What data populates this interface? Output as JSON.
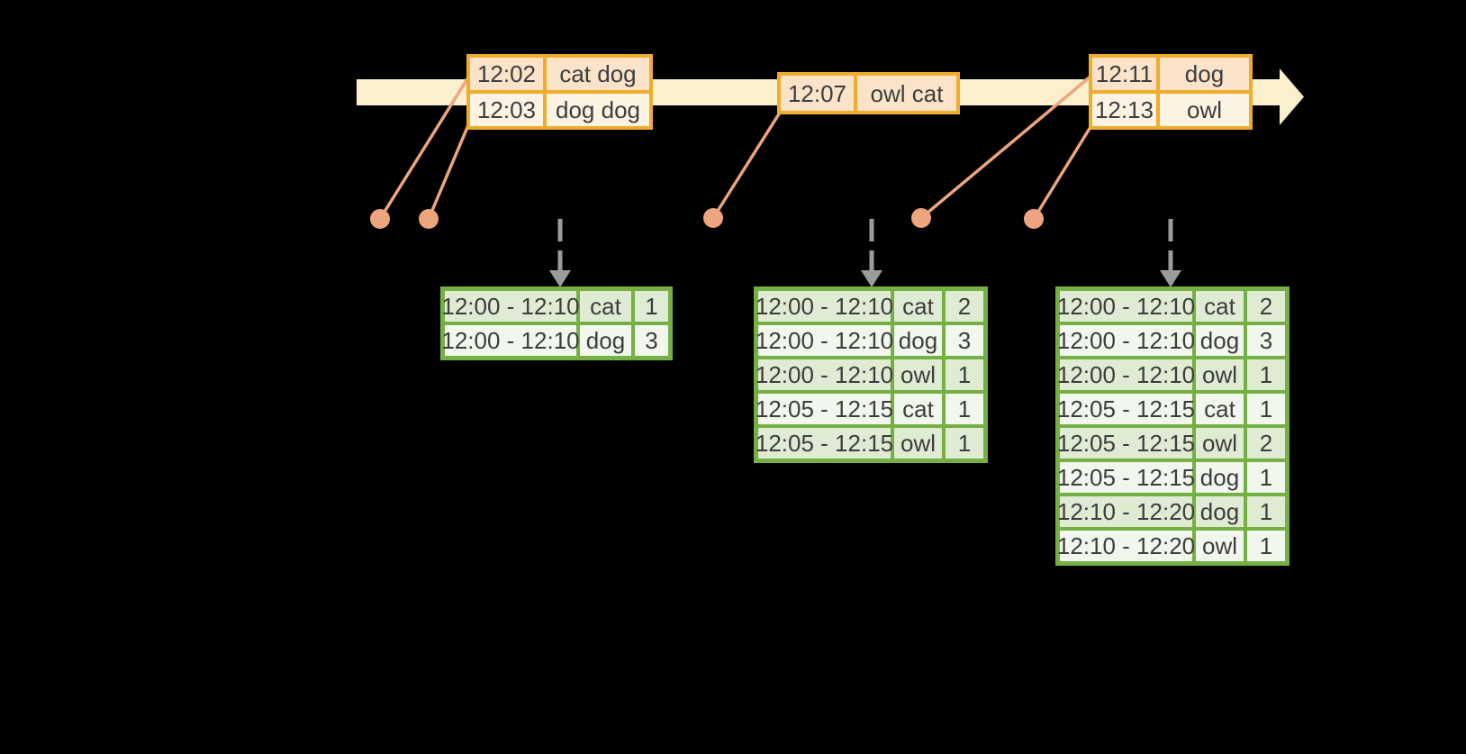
{
  "colors": {
    "background": "#000000",
    "band": "#FAF0CD",
    "orange_border": "#F0AC2C",
    "orange_row_dark": "#FAE3C8",
    "orange_row_light": "#FDF3E3",
    "connector": "#ECA57D",
    "dashed": "#9C9C9C",
    "green_border": "#74B043",
    "green_row_dark": "#E0EBD3",
    "green_row_light": "#F2F7EE",
    "text": "#3D3D3D"
  },
  "event_tables": [
    {
      "rows": [
        {
          "time": "12:02",
          "words": "cat dog"
        },
        {
          "time": "12:03",
          "words": "dog dog"
        }
      ]
    },
    {
      "rows": [
        {
          "time": "12:07",
          "words": "owl cat"
        }
      ]
    },
    {
      "rows": [
        {
          "time": "12:11",
          "words": "dog"
        },
        {
          "time": "12:13",
          "words": "owl"
        }
      ]
    }
  ],
  "result_tables": [
    {
      "rows": [
        {
          "window": "12:00 - 12:10",
          "word": "cat",
          "count": "1"
        },
        {
          "window": "12:00 - 12:10",
          "word": "dog",
          "count": "3"
        }
      ]
    },
    {
      "rows": [
        {
          "window": "12:00 - 12:10",
          "word": "cat",
          "count": "2"
        },
        {
          "window": "12:00 - 12:10",
          "word": "dog",
          "count": "3"
        },
        {
          "window": "12:00 - 12:10",
          "word": "owl",
          "count": "1"
        },
        {
          "window": "12:05 - 12:15",
          "word": "cat",
          "count": "1"
        },
        {
          "window": "12:05 - 12:15",
          "word": "owl",
          "count": "1"
        }
      ]
    },
    {
      "rows": [
        {
          "window": "12:00 - 12:10",
          "word": "cat",
          "count": "2"
        },
        {
          "window": "12:00 - 12:10",
          "word": "dog",
          "count": "3"
        },
        {
          "window": "12:00 - 12:10",
          "word": "owl",
          "count": "1"
        },
        {
          "window": "12:05 - 12:15",
          "word": "cat",
          "count": "1"
        },
        {
          "window": "12:05 - 12:15",
          "word": "owl",
          "count": "2"
        },
        {
          "window": "12:05 - 12:15",
          "word": "dog",
          "count": "1"
        },
        {
          "window": "12:10 - 12:20",
          "word": "dog",
          "count": "1"
        },
        {
          "window": "12:10 - 12:20",
          "word": "owl",
          "count": "1"
        }
      ]
    }
  ]
}
